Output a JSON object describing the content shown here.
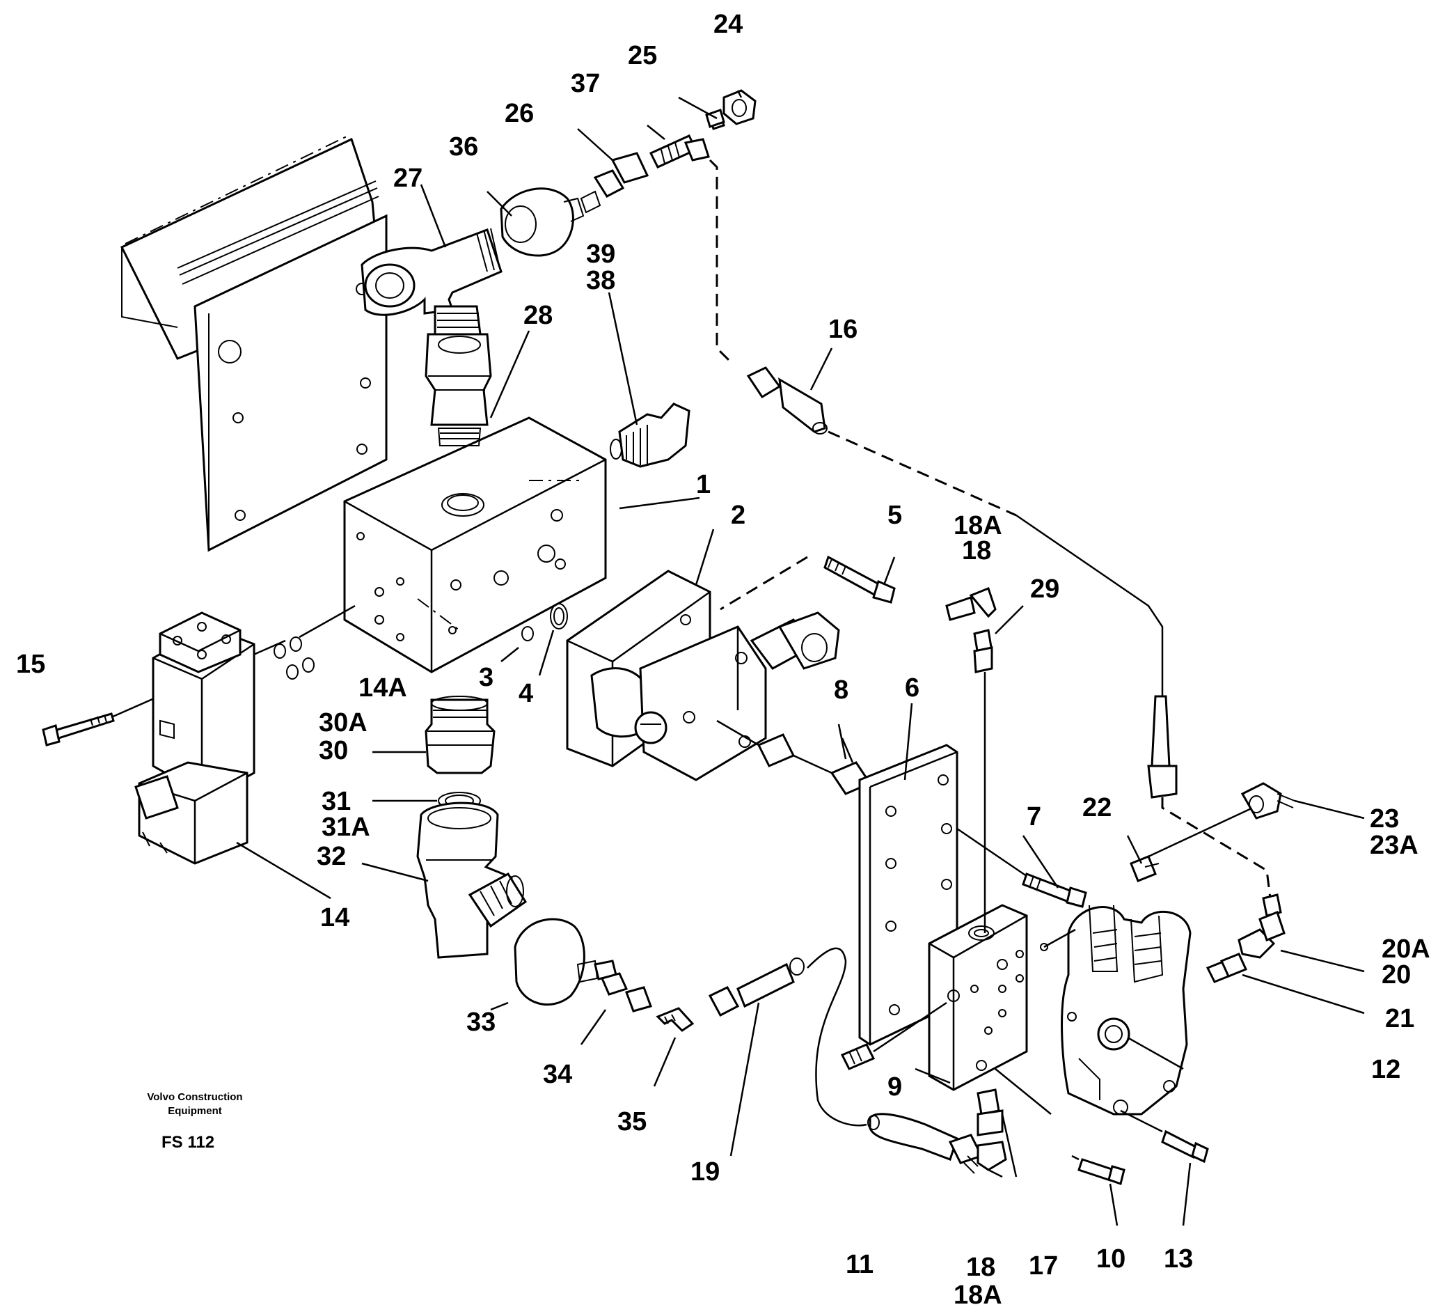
{
  "labels": [
    {
      "id": "1",
      "text": "1"
    },
    {
      "id": "2",
      "text": "2"
    },
    {
      "id": "3",
      "text": "3"
    },
    {
      "id": "4",
      "text": "4"
    },
    {
      "id": "5",
      "text": "5"
    },
    {
      "id": "6",
      "text": "6"
    },
    {
      "id": "7",
      "text": "7"
    },
    {
      "id": "8",
      "text": "8"
    },
    {
      "id": "9",
      "text": "9"
    },
    {
      "id": "10",
      "text": "10"
    },
    {
      "id": "11",
      "text": "11"
    },
    {
      "id": "12",
      "text": "12"
    },
    {
      "id": "13",
      "text": "13"
    },
    {
      "id": "14",
      "text": "14"
    },
    {
      "id": "14A",
      "text": "14A"
    },
    {
      "id": "15",
      "text": "15"
    },
    {
      "id": "16",
      "text": "16"
    },
    {
      "id": "17",
      "text": "17"
    },
    {
      "id": "18a",
      "text": "18A"
    },
    {
      "id": "18b",
      "text": "18"
    },
    {
      "id": "18c",
      "text": "18"
    },
    {
      "id": "18d",
      "text": "18A"
    },
    {
      "id": "19",
      "text": "19"
    },
    {
      "id": "20A",
      "text": "20A"
    },
    {
      "id": "20",
      "text": "20"
    },
    {
      "id": "21",
      "text": "21"
    },
    {
      "id": "22",
      "text": "22"
    },
    {
      "id": "23",
      "text": "23"
    },
    {
      "id": "23A",
      "text": "23A"
    },
    {
      "id": "24",
      "text": "24"
    },
    {
      "id": "25",
      "text": "25"
    },
    {
      "id": "26",
      "text": "26"
    },
    {
      "id": "27",
      "text": "27"
    },
    {
      "id": "28",
      "text": "28"
    },
    {
      "id": "29",
      "text": "29"
    },
    {
      "id": "30A",
      "text": "30A"
    },
    {
      "id": "30",
      "text": "30"
    },
    {
      "id": "31",
      "text": "31"
    },
    {
      "id": "31A",
      "text": "31A"
    },
    {
      "id": "32",
      "text": "32"
    },
    {
      "id": "33",
      "text": "33"
    },
    {
      "id": "34",
      "text": "34"
    },
    {
      "id": "35",
      "text": "35"
    },
    {
      "id": "36",
      "text": "36"
    },
    {
      "id": "37",
      "text": "37"
    },
    {
      "id": "38",
      "text": "38"
    },
    {
      "id": "39",
      "text": "39"
    }
  ],
  "footer": {
    "brand_line1": "Volvo Construction",
    "brand_line2": "Equipment",
    "sheet": "FS 112"
  }
}
